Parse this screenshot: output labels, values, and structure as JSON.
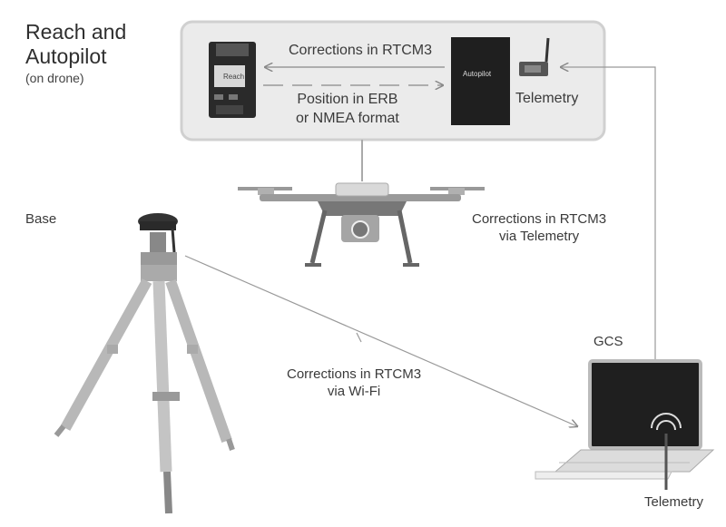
{
  "title": {
    "line1": "Reach and",
    "line2": "Autopilot",
    "subtitle": "(on drone)"
  },
  "labels": {
    "base": "Base",
    "gcs": "GCS",
    "telemetry_top": "Telemetry",
    "telemetry_bottom": "Telemetry",
    "autopilot": "Autopilot",
    "reach": "Reach"
  },
  "arrows": {
    "corrections_top": "Corrections in RTCM3",
    "position_line1": "Position in ERB",
    "position_line2": "or NMEA format",
    "corrections_telemetry_line1": "Corrections in RTCM3",
    "corrections_telemetry_line2": "via Telemetry",
    "corrections_wifi_line1": "Corrections in RTCM3",
    "corrections_wifi_line2": "via Wi-Fi"
  },
  "colors": {
    "panel": "#ebebeb",
    "panel_border": "#cfcfcf",
    "dark": "#1f1f1f",
    "line": "#9a9a9a"
  }
}
